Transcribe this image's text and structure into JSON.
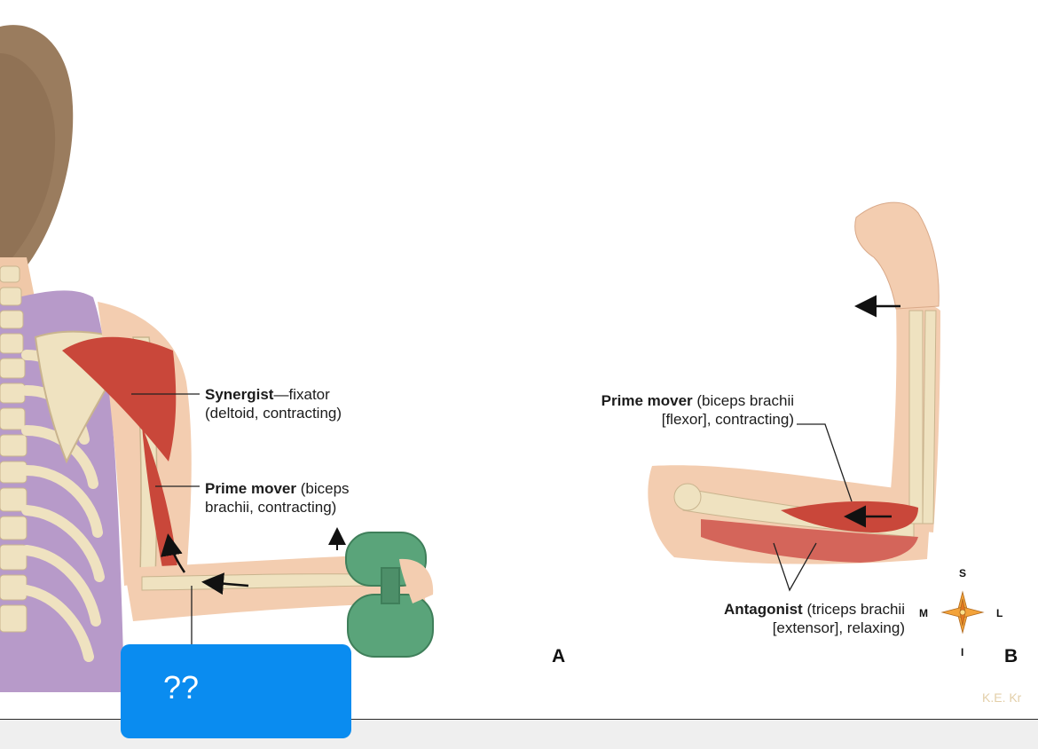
{
  "panel_a": {
    "synergist": {
      "term": "Synergist",
      "rest1": "—fixator",
      "line2": "(deltoid, contracting)"
    },
    "prime_mover": {
      "term": "Prime mover",
      "rest1": " (biceps",
      "line2": "brachii, contracting)"
    },
    "letter": "A"
  },
  "panel_b": {
    "prime_mover": {
      "term": "Prime mover",
      "rest1": " (biceps brachii",
      "line2": "[flexor], contracting)"
    },
    "antagonist": {
      "term": "Antagonist",
      "rest1": " (triceps brachii",
      "line2": "[extensor], relaxing)"
    },
    "letter": "B",
    "compass": {
      "superior": "S",
      "inferior": "I",
      "medial": "M",
      "lateral": "L"
    }
  },
  "watermark": "K.E. Kr",
  "answer_box": {
    "text": "??",
    "color": "#0a8cf0"
  },
  "colors": {
    "muscle": "#c9473a",
    "skin": "#f3cdb0",
    "bone": "#efe2c0",
    "shirt": "#b79ac9",
    "hair": "#9a7c5e",
    "dumbbell": "#5aa47a"
  }
}
